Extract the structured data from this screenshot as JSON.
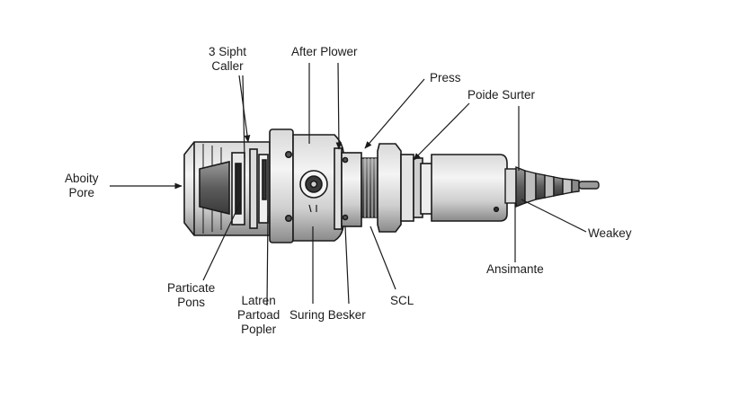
{
  "labels": {
    "sight_caller": [
      "3 Sipht",
      "Caller"
    ],
    "after_plower": "After Plower",
    "press": "Press",
    "poide_surter": "Poide Surter",
    "aboity_pore": [
      "Aboity",
      "Pore"
    ],
    "weakey": "Weakey",
    "ansimante": "Ansimante",
    "particate_pons": [
      "Particate",
      "Pons"
    ],
    "latren": [
      "Latren",
      "Partoad",
      "Popler"
    ],
    "suring_besker": "Suring Besker",
    "scl": "SCL"
  },
  "colors": {
    "line": "#1a1a1a",
    "body_light": "#ececec",
    "body_mid": "#c9c9c9",
    "body_dark": "#7a7a7a",
    "background": "#ffffff"
  }
}
